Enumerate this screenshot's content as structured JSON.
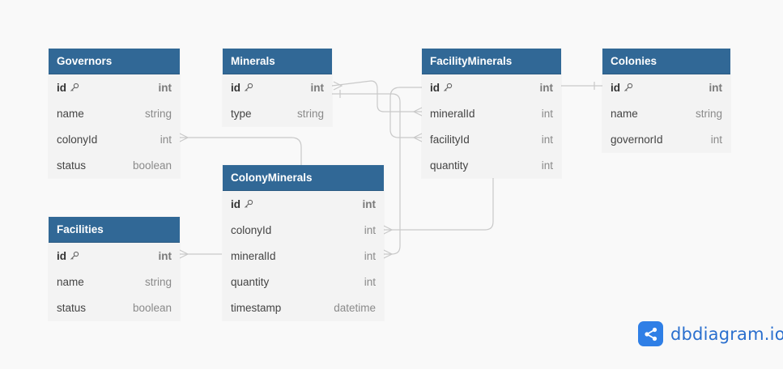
{
  "diagram": {
    "tables": [
      {
        "name": "Governors",
        "fields": [
          {
            "name": "id",
            "type": "int",
            "pk": true
          },
          {
            "name": "name",
            "type": "string"
          },
          {
            "name": "colonyId",
            "type": "int"
          },
          {
            "name": "status",
            "type": "boolean"
          }
        ]
      },
      {
        "name": "Minerals",
        "fields": [
          {
            "name": "id",
            "type": "int",
            "pk": true
          },
          {
            "name": "type",
            "type": "string"
          }
        ]
      },
      {
        "name": "FacilityMinerals",
        "fields": [
          {
            "name": "id",
            "type": "int",
            "pk": true
          },
          {
            "name": "mineralId",
            "type": "int"
          },
          {
            "name": "facilityId",
            "type": "int"
          },
          {
            "name": "quantity",
            "type": "int"
          }
        ]
      },
      {
        "name": "Colonies",
        "fields": [
          {
            "name": "id",
            "type": "int",
            "pk": true
          },
          {
            "name": "name",
            "type": "string"
          },
          {
            "name": "governorId",
            "type": "int"
          }
        ]
      },
      {
        "name": "ColonyMinerals",
        "fields": [
          {
            "name": "id",
            "type": "int",
            "pk": true
          },
          {
            "name": "colonyId",
            "type": "int"
          },
          {
            "name": "mineralId",
            "type": "int"
          },
          {
            "name": "quantity",
            "type": "int"
          },
          {
            "name": "timestamp",
            "type": "datetime"
          }
        ]
      },
      {
        "name": "Facilities",
        "fields": [
          {
            "name": "id",
            "type": "int",
            "pk": true
          },
          {
            "name": "name",
            "type": "string"
          },
          {
            "name": "status",
            "type": "boolean"
          }
        ]
      }
    ],
    "relations": [
      {
        "from": "Governors.colonyId",
        "to": "ColonyMinerals.id"
      },
      {
        "from": "Minerals.id",
        "to": "FacilityMinerals.mineralId"
      },
      {
        "from": "Minerals.id",
        "to": "ColonyMinerals.mineralId"
      },
      {
        "from": "FacilityMinerals.id",
        "to": "Colonies.id"
      },
      {
        "from": "ColonyMinerals.colonyId",
        "to": "FacilityMinerals.quantity"
      },
      {
        "from": "Facilities.id",
        "to": "ColonyMinerals.mineralId"
      }
    ]
  },
  "colors": {
    "header": "#316896",
    "body": "#f3f3f3",
    "line": "#c9c9c9",
    "brand": "#2f7fe6"
  },
  "brand": {
    "name": "dbdiagram.io",
    "icon": "share-network-icon"
  }
}
